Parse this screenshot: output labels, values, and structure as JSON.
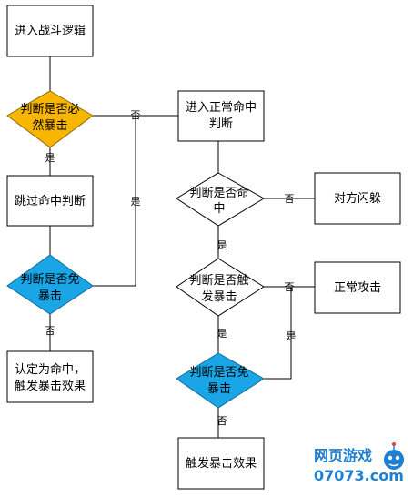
{
  "nodes": {
    "enter_battle": "进入战斗逻辑",
    "check_crit_1": "判断是否必",
    "check_crit_2": "然暴击",
    "skip_hit": "跳过命中判断",
    "check_immune_1": "判断是否免",
    "check_immune_2": "暴击",
    "treat_hit_1": "认定为命中，",
    "treat_hit_2": "触发暴击效果",
    "normal_hit_1": "进入正常命中",
    "normal_hit_2": "判断",
    "check_hit_1": "判断是否命",
    "check_hit_2": "中",
    "dodge": "对方闪躲",
    "check_trigger_1": "判断是否触",
    "check_trigger_2": "发暴击",
    "normal_attack": "正常攻击",
    "check_immune2_1": "判断是否免",
    "check_immune2_2": "暴击",
    "trigger_crit": "触发暴击效果"
  },
  "labels": {
    "no_1": "否",
    "yes_1": "是",
    "yes_2": "是",
    "no_2": "否",
    "no_3": "否",
    "yes_3": "是",
    "no_4": "否",
    "yes_4": "是",
    "yes_5": "是",
    "no_5": "否"
  },
  "watermark": {
    "line1": "网页游戏",
    "line2": "07073.com"
  },
  "colors": {
    "orange": "#f8b600",
    "blue": "#1aa6e6",
    "watermark": "#1f7fd1"
  }
}
